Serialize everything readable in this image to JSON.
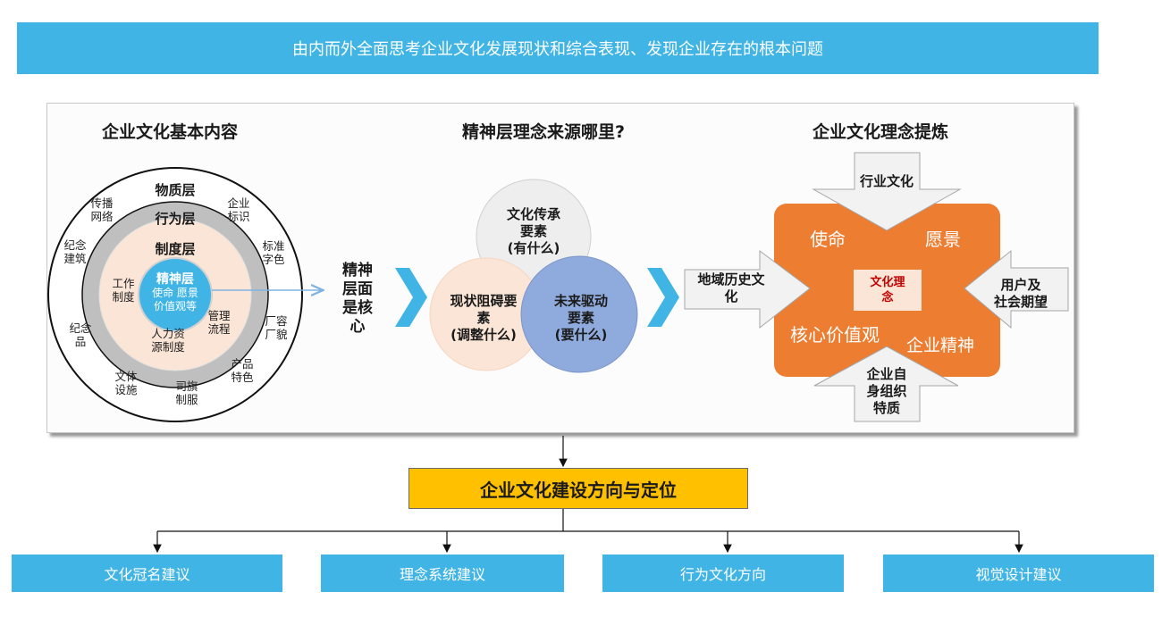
{
  "banner": "由内而外全面思考企业文化发展现状和综合表现、发现企业存在的根本问题",
  "section1": {
    "title": "企业文化基本内容",
    "layers": [
      "物质层",
      "行为层",
      "制度层",
      "精神层"
    ],
    "core_lines": [
      "使命 愿景",
      "价值观等"
    ],
    "outer_items": [
      [
        "传播",
        "网络"
      ],
      [
        "企业",
        "标识"
      ],
      [
        "纪念",
        "建筑"
      ],
      [
        "标准",
        "字色"
      ],
      [
        "纪念",
        "品"
      ],
      [
        "厂容",
        "厂貌"
      ],
      [
        "文体",
        "设施"
      ],
      [
        "产品",
        "特色"
      ],
      [
        "司旗",
        "制服"
      ]
    ],
    "inner_items": [
      [
        "工作",
        "制度"
      ],
      [
        "管理",
        "流程"
      ],
      [
        "人力资",
        "源制度"
      ]
    ]
  },
  "section2": {
    "title": "精神层理念来源哪里?",
    "vertical_label": "精神层面是核心",
    "circles": [
      [
        "文化传承",
        "要素",
        "(有什么)"
      ],
      [
        "现状阻碍要",
        "素",
        "(调整什么)"
      ],
      [
        "未来驱动",
        "要素",
        "(要什么)"
      ]
    ],
    "colors": {
      "top": "#eeeeee",
      "left": "#fbe5d6",
      "right": "#8faadc",
      "chevron": "#41b4e6"
    }
  },
  "section3": {
    "title": "企业文化理念提炼",
    "arrows": {
      "top": "行业文化",
      "left": "地域历史文化",
      "right": "用户及社会期望",
      "bottom": "企业自身组织特质"
    },
    "arrow_lines": {
      "left": [
        "地域历史文",
        "化"
      ],
      "right": [
        "用户及",
        "社会期望"
      ],
      "bottom": [
        "企业自",
        "身组织",
        "特质"
      ]
    },
    "quadrants": [
      "使命",
      "愿景",
      "核心价值观",
      "企业精神"
    ],
    "core_lines": [
      "文化理",
      "念"
    ],
    "colors": {
      "orange": "#ed7d31"
    }
  },
  "positioning": "企业文化建设方向与定位",
  "outputs": [
    "文化冠名建议",
    "理念系统建议",
    "行为文化方向",
    "视觉设计建议"
  ],
  "colors": {
    "banner": "#41b4e6",
    "gold": "#ffc000"
  }
}
